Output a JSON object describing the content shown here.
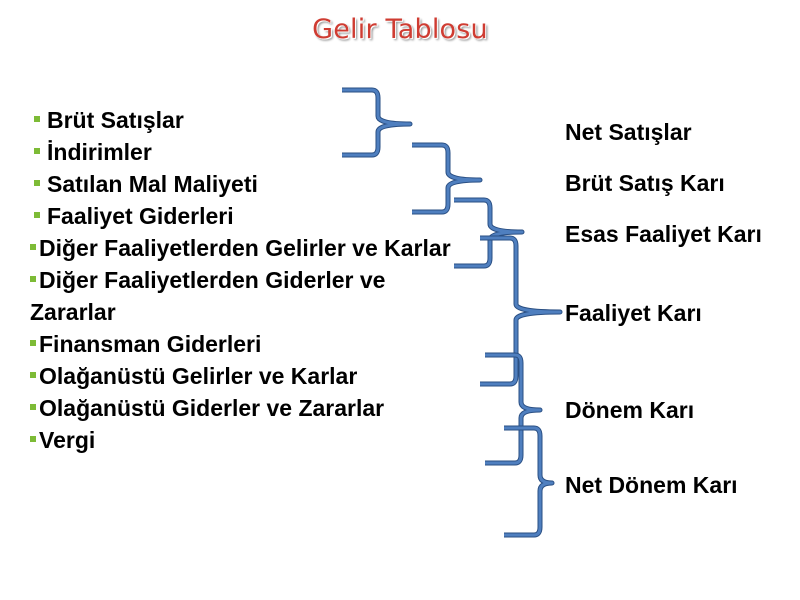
{
  "title": "Gelir Tablosu",
  "colors": {
    "title": "#cf3c32",
    "bullet": "#7dbb36",
    "bracket": "#4f7fbf",
    "bracket_edge": "#2a4f83"
  },
  "items": [
    "Brüt Satışlar",
    "İndirimler",
    "Satılan Mal Maliyeti",
    "Faaliyet Giderleri",
    "Diğer Faaliyetlerden Gelirler ve Karlar",
    "Diğer Faaliyetlerden Giderler ve Zararlar",
    "Finansman Giderleri",
    "Olağanüstü Gelirler ve Karlar",
    "Olağanüstü Giderler ve Zararlar",
    "Vergi"
  ],
  "results": [
    "Net Satışlar",
    "Brüt Satış Karı",
    "Esas Faaliyet Karı",
    "Faaliyet Karı",
    "Dönem Karı",
    "Net Dönem Karı"
  ]
}
